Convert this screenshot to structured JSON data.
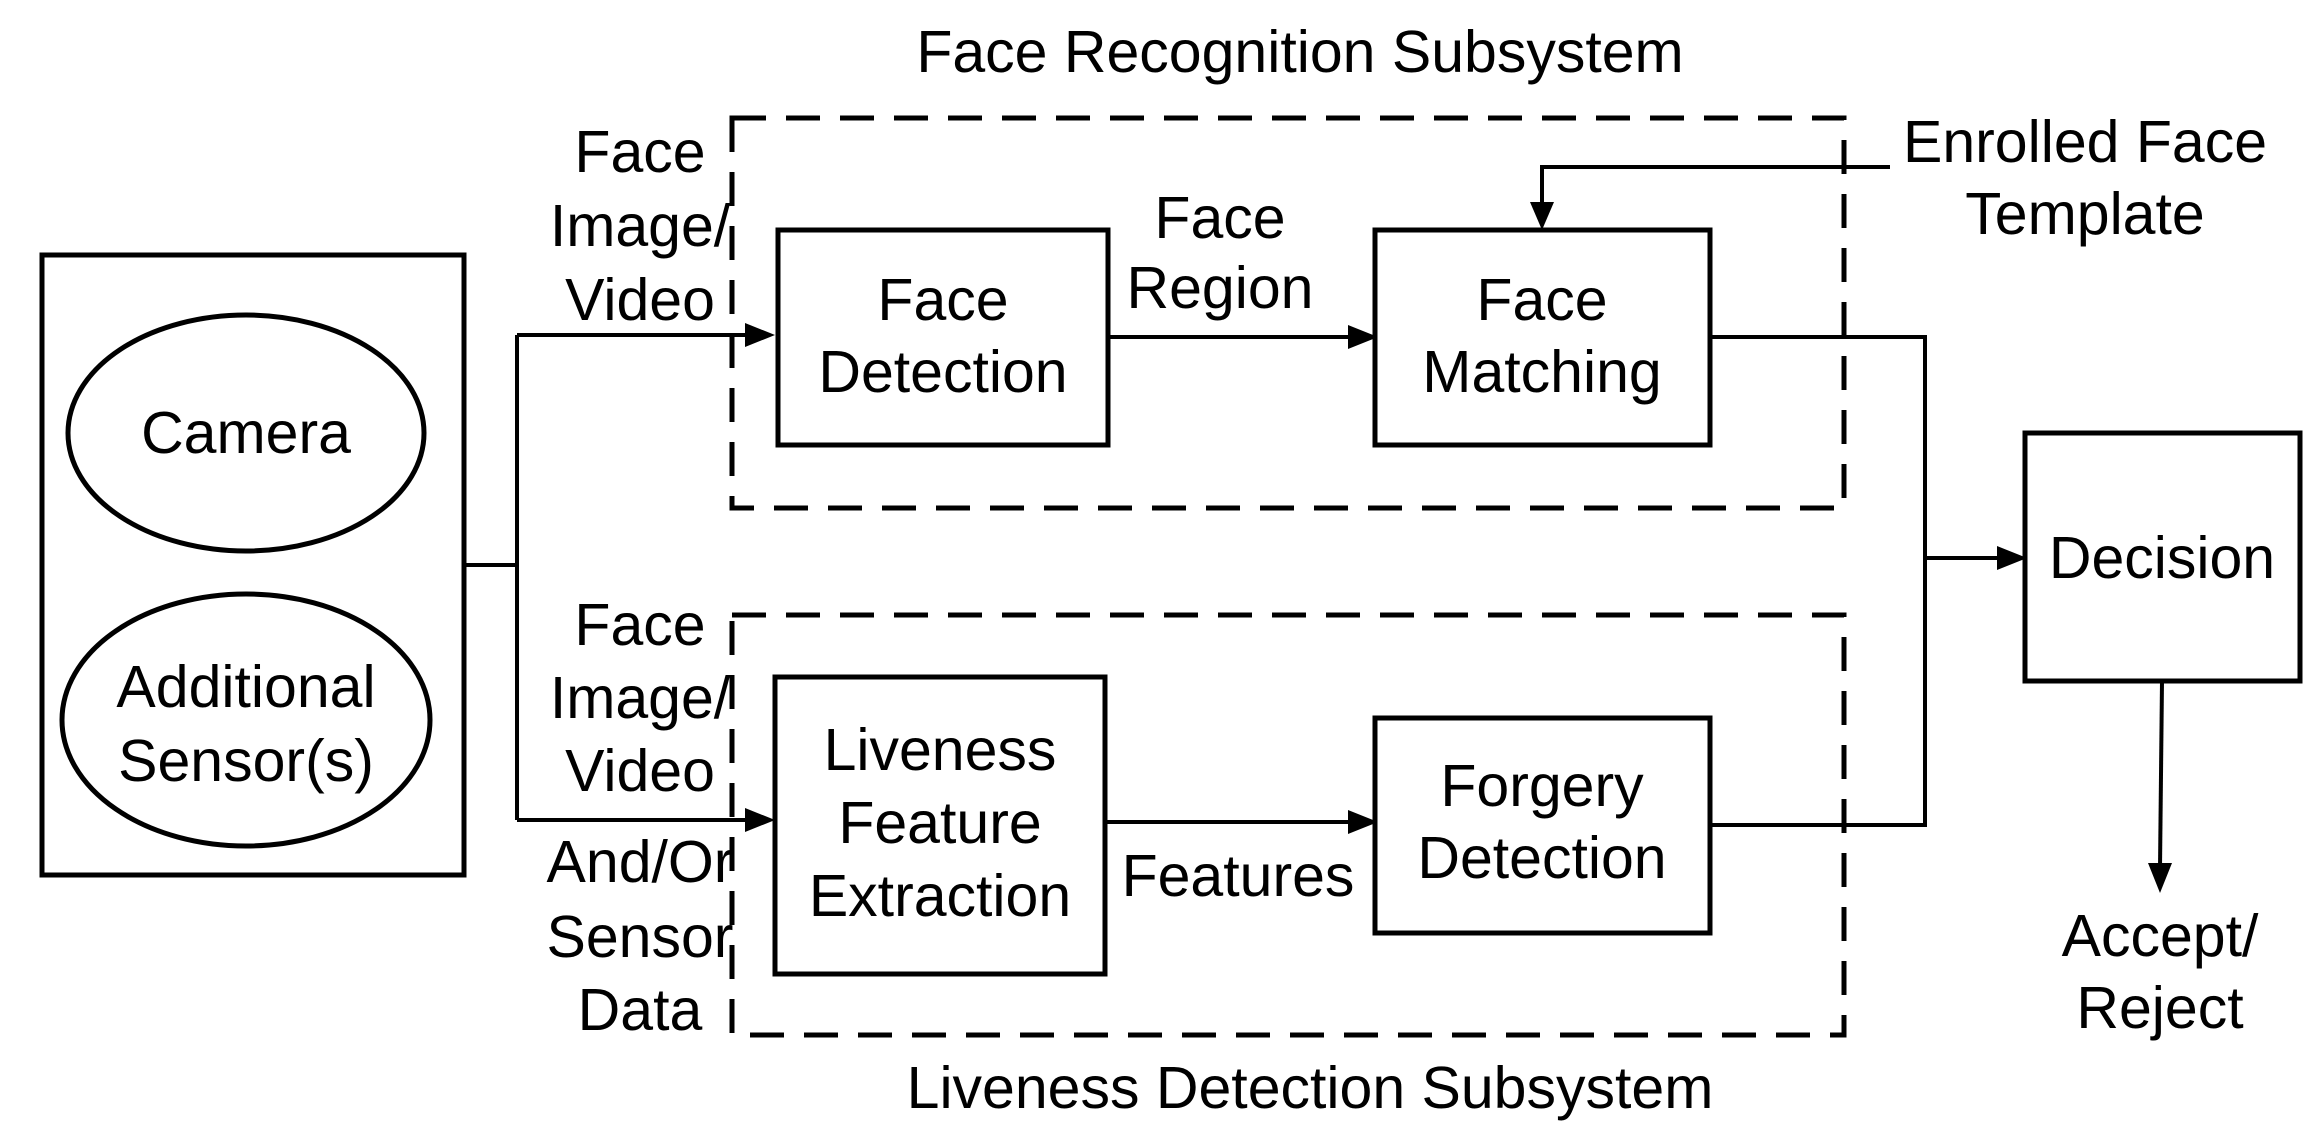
{
  "diagram": {
    "title_top": "Face Recognition Subsystem",
    "title_bottom": "Liveness Detection Subsystem",
    "sensors": {
      "camera": "Camera",
      "additional": [
        "Additional",
        "Sensor(s)"
      ]
    },
    "edge_labels": {
      "input_top": [
        "Face",
        "Image/",
        "Video"
      ],
      "input_bottom": [
        "Face",
        "Image/",
        "Video"
      ],
      "input_bottom_extra": [
        "And/Or",
        "Sensor",
        "Data"
      ],
      "face_region": [
        "Face",
        "Region"
      ],
      "features": "Features",
      "enrolled": [
        "Enrolled Face",
        "Template"
      ],
      "output": [
        "Accept/",
        "Reject"
      ]
    },
    "blocks": {
      "face_detection": [
        "Face",
        "Detection"
      ],
      "face_matching": [
        "Face",
        "Matching"
      ],
      "liveness_extraction": [
        "Liveness",
        "Feature",
        "Extraction"
      ],
      "forgery_detection": [
        "Forgery",
        "Detection"
      ],
      "decision": "Decision"
    }
  }
}
